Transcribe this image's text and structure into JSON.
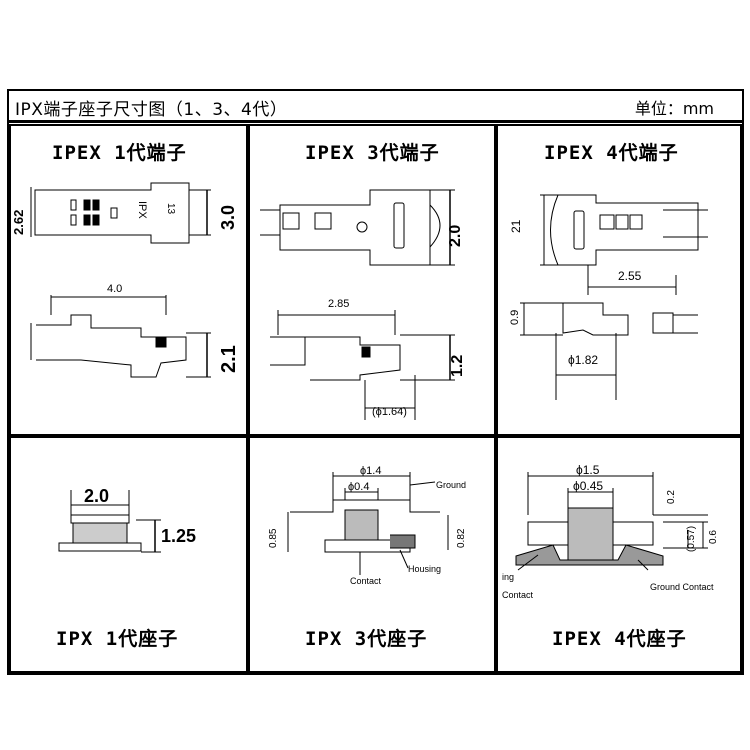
{
  "header": {
    "title": "IPX端子座子尺寸图（1、3、4代）",
    "unit": "单位：mm"
  },
  "panels": [
    {
      "heading": "IPEX 1代端子",
      "top_labels": {
        "body_height": "2.62",
        "width": "3.0",
        "marking": "IPX",
        "marking_num": "13"
      },
      "bottom_labels": {
        "length": "4.0",
        "height": "2.1"
      }
    },
    {
      "heading": "IPEX 3代端子",
      "top_labels": {
        "width": "2.0"
      },
      "bottom_labels": {
        "length": "2.85",
        "height": "1.2",
        "diameter": "(ϕ1.64)"
      }
    },
    {
      "heading": "IPEX 4代端子",
      "top_labels": {
        "width": "21"
      },
      "bottom_labels": {
        "length": "2.55",
        "height": "0.9",
        "diameter": "ϕ1.82"
      }
    },
    {
      "heading": "IPX 1代座子",
      "labels": {
        "diameter": "2.0",
        "height": "1.25"
      }
    },
    {
      "heading": "IPX 3代座子",
      "labels": {
        "outer": "ϕ1.4",
        "inner": "ϕ0.4",
        "ground": "Ground",
        "height_left": "0.85",
        "height_right": "0.82",
        "contact": "Contact",
        "housing": "Housing"
      }
    },
    {
      "heading": "IPEX 4代座子",
      "labels": {
        "outer": "ϕ1.5",
        "inner": "ϕ0.45",
        "top_gap": "0.2",
        "inner_h": "(0.57)",
        "height": "0.6",
        "ring": "ing",
        "contact": "Contact",
        "ground_contact": "Ground Contact"
      }
    }
  ]
}
